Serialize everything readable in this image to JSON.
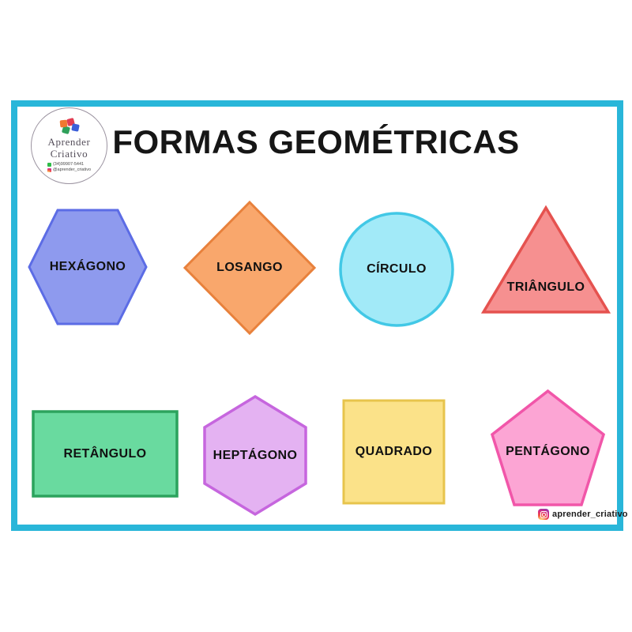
{
  "page": {
    "title": "FORMAS GEOMÉTRICAS",
    "frame_color": "#29b6d9"
  },
  "logo": {
    "name_line1": "Aprender",
    "name_line2": "Criativo",
    "contact_phone": "(34)99907-5441",
    "contact_instagram": "@aprender_criativo",
    "icons": {
      "puzzle": "puzzle-icon",
      "whatsapp": "whatsapp-icon",
      "instagram": "instagram-icon"
    }
  },
  "shapes": {
    "items": [
      {
        "id": "hexagono",
        "label": "HEXÁGONO",
        "fill": "#8e9aee",
        "stroke": "#5c6ce5"
      },
      {
        "id": "losango",
        "label": "LOSANGO",
        "fill": "#f9a76c",
        "stroke": "#e8813c"
      },
      {
        "id": "circulo",
        "label": "CÍRCULO",
        "fill": "#a2eaf8",
        "stroke": "#42c8e6"
      },
      {
        "id": "triangulo",
        "label": "TRIÂNGULO",
        "fill": "#f69090",
        "stroke": "#e5524f"
      },
      {
        "id": "retangulo",
        "label": "RETÂNGULO",
        "fill": "#69da9f",
        "stroke": "#2ca35d"
      },
      {
        "id": "heptagono",
        "label": "HEPTÁGONO",
        "fill": "#e4b2f2",
        "stroke": "#c666de"
      },
      {
        "id": "quadrado",
        "label": "QUADRADO",
        "fill": "#fbe289",
        "stroke": "#e7c44c"
      },
      {
        "id": "pentagono",
        "label": "PENTÁGONO",
        "fill": "#fca5d4",
        "stroke": "#f156a9"
      }
    ]
  },
  "footer": {
    "instagram_handle": "aprender_criativo",
    "icon": "instagram-icon"
  }
}
